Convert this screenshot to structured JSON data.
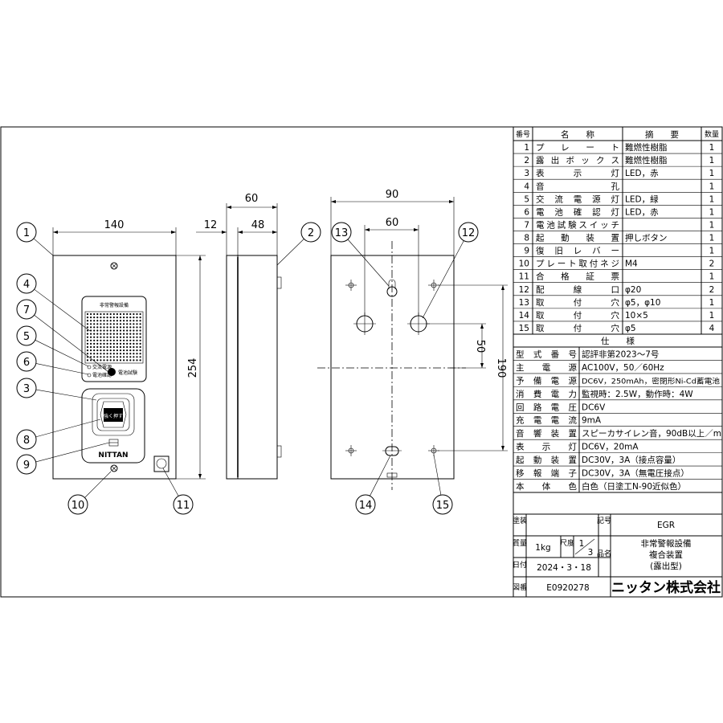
{
  "dimensions": {
    "front_width": "140",
    "front_height": "254",
    "side_depth_total": "60",
    "side_offset": "12",
    "side_depth_box": "48",
    "back_width": "90",
    "back_inner_width": "60",
    "back_vertical": "50",
    "back_height": "190"
  },
  "device": {
    "speaker_title": "非常警報設備",
    "ac_label": "交流電源",
    "battery_label": "電池確認",
    "test_label": "電池試験",
    "button_text": "強く押す",
    "brand": "NITTAN"
  },
  "callouts": [
    "1",
    "2",
    "3",
    "4",
    "5",
    "6",
    "7",
    "8",
    "9",
    "10",
    "11",
    "12",
    "13",
    "14",
    "15"
  ],
  "parts": {
    "headers": [
      "番号",
      "名　　称",
      "摘　　要",
      "数量"
    ],
    "rows": [
      {
        "no": "1",
        "name": "プ　レ　ー　ト",
        "spec": "難燃性樹脂",
        "qty": "1"
      },
      {
        "no": "2",
        "name": "露出ボックス",
        "spec": "難燃性樹脂",
        "qty": "1"
      },
      {
        "no": "3",
        "name": "表　　示　　灯",
        "spec": "LED，赤",
        "qty": "1"
      },
      {
        "no": "4",
        "name": "音　　　　　孔",
        "spec": "",
        "qty": "1"
      },
      {
        "no": "5",
        "name": "交流電源灯",
        "spec": "LED，緑",
        "qty": "1"
      },
      {
        "no": "6",
        "name": "電池確認灯",
        "spec": "LED，赤",
        "qty": "1"
      },
      {
        "no": "7",
        "name": "電池試験スイッチ",
        "spec": "",
        "qty": "1"
      },
      {
        "no": "8",
        "name": "起　動　装　置",
        "spec": "押しボタン",
        "qty": "1"
      },
      {
        "no": "9",
        "name": "復　旧　レ　バ　ー",
        "spec": "",
        "qty": "1"
      },
      {
        "no": "10",
        "name": "プレート取付ネジ",
        "spec": "M4",
        "qty": "2"
      },
      {
        "no": "11",
        "name": "合　格　証　票",
        "spec": "",
        "qty": "1"
      },
      {
        "no": "12",
        "name": "配　　線　　口",
        "spec": "φ20",
        "qty": "2"
      },
      {
        "no": "13",
        "name": "取　　付　　穴",
        "spec": "φ5，φ10",
        "qty": "1"
      },
      {
        "no": "14",
        "name": "取　　付　　穴",
        "spec": "10×5",
        "qty": "1"
      },
      {
        "no": "15",
        "name": "取　　付　　穴",
        "spec": "φ5",
        "qty": "4"
      }
    ]
  },
  "specs": {
    "title": "仕　　様",
    "rows": [
      {
        "label": "型式番号",
        "value": "認評非第2023～7号"
      },
      {
        "label": "主　電　源",
        "value": "AC100V，50／60Hz"
      },
      {
        "label": "予備電源",
        "value": "DC6V，250mAh，密閉形Ni-Cd蓄電池"
      },
      {
        "label": "消費電力",
        "value": "監視時：2.5W，動作時：4W"
      },
      {
        "label": "回路電圧",
        "value": "DC6V"
      },
      {
        "label": "充電電流",
        "value": "9mA"
      },
      {
        "label": "音響装置",
        "value": "スピーカサイレン音，90dB以上／m"
      },
      {
        "label": "表　示　灯",
        "value": "DC6V，20mA"
      },
      {
        "label": "起動装置",
        "value": "DC30V，3A（接点容量）"
      },
      {
        "label": "移報端子",
        "value": "DC30V，3A（無電圧接点）"
      },
      {
        "label": "本　体　色",
        "value": "白色（日塗工N-90近似色）"
      }
    ]
  },
  "titleblock": {
    "paint_label": "塗装",
    "symbol_label": "記号",
    "symbol_value": "EGR",
    "mass_label": "質量",
    "mass_value": "1kg",
    "scale_label": "尺度",
    "scale_num": "1",
    "scale_den": "3",
    "product_label": "品名",
    "product_name_1": "非常警報設備",
    "product_name_2": "複合装置",
    "product_name_3": "(露出型)",
    "date_label": "日付",
    "date_value": "2024・3・18",
    "drawing_label": "図番",
    "drawing_no": "E0920278",
    "company": "ニッタン株式会社"
  }
}
